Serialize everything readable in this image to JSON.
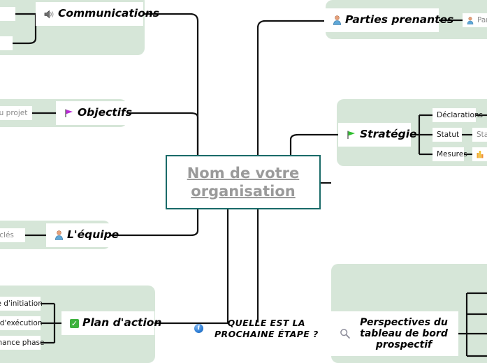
{
  "mindmap": {
    "center": {
      "text_line1": "Nom de votre",
      "text_line2": "organisation",
      "border_color": "#196a68",
      "text_color": "#9a9a9a"
    },
    "panel_color": "#d6e6d8",
    "branches": [
      {
        "id": "communications",
        "label": "Communications",
        "icon": "speaker-icon",
        "children": []
      },
      {
        "id": "parties-prenantes",
        "label": "Parties prenantes",
        "icon": "person-icon",
        "children": [
          {
            "label": "Par",
            "icon": "person-icon",
            "clipped": true
          }
        ]
      },
      {
        "id": "objectifs",
        "label": "Objectifs",
        "icon": "flag-icon",
        "icon_color": "#b829d6",
        "children": [
          {
            "label": "du projet",
            "clipped": true
          }
        ]
      },
      {
        "id": "strategie",
        "label": "Stratégie",
        "icon": "flag-icon",
        "icon_color": "#2fbf2f",
        "children": [
          {
            "label": "Déclarations"
          },
          {
            "label": "Statut",
            "grandchild": "Sta"
          },
          {
            "label": "Mesures",
            "grandchild_icon": "bar-chart-icon"
          }
        ]
      },
      {
        "id": "equipe",
        "label": "L'équipe",
        "icon": "person-icon",
        "children": [
          {
            "label": "es clés",
            "clipped": true
          }
        ]
      },
      {
        "id": "plan-action",
        "label": "Plan d'action",
        "icon": "check-icon",
        "children": [
          {
            "label": "se d'initiation",
            "clipped": true
          },
          {
            "label": "e d'exécution",
            "clipped": true
          },
          {
            "label": "enance phase",
            "clipped": true
          }
        ]
      },
      {
        "id": "prochaine-etape",
        "label_line1": "QUELLE EST LA",
        "label_line2": "PROCHAINE ÉTAPE ?",
        "icon": "info-icon",
        "children": []
      },
      {
        "id": "perspectives",
        "label_line1": "Perspectives du",
        "label_line2": "tableau de bord",
        "label_line3": "prospectif",
        "icon": "magnifier-icon",
        "children": []
      }
    ]
  }
}
